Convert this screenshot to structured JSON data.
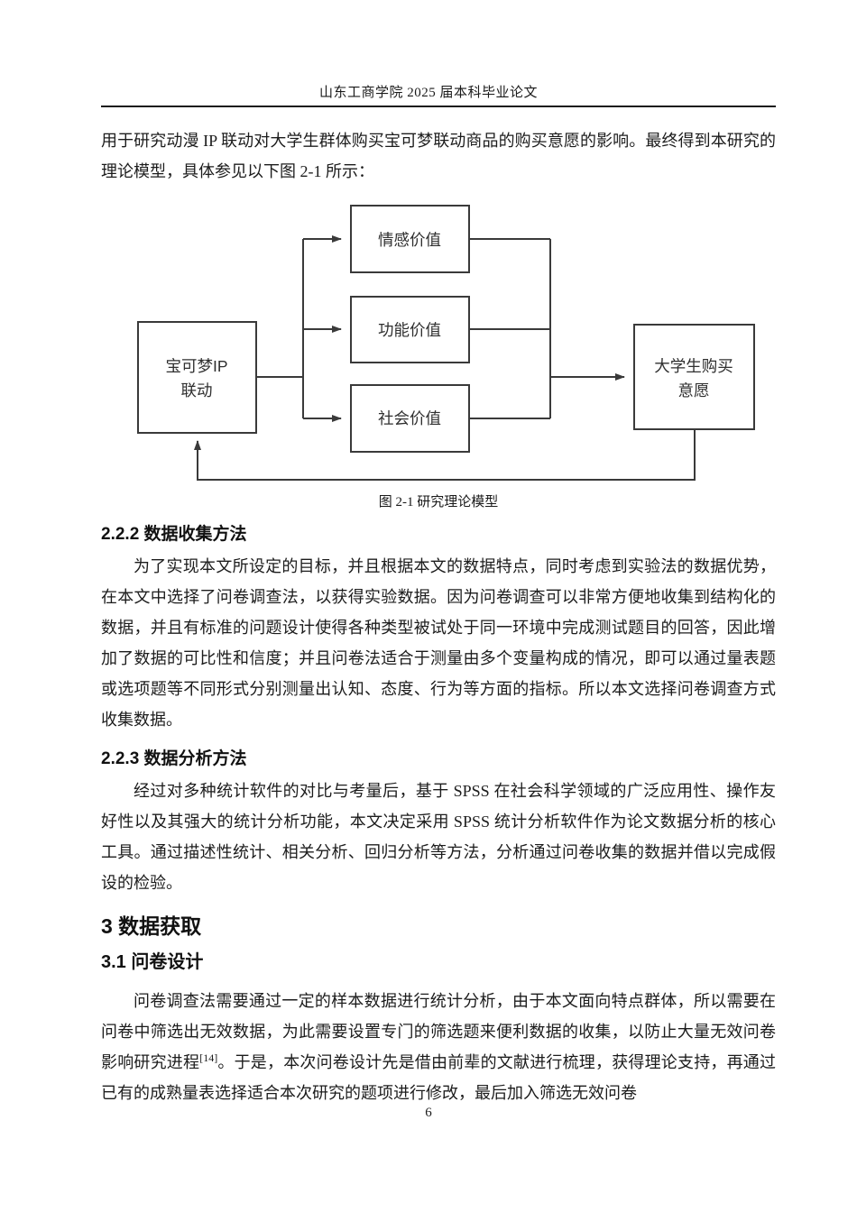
{
  "header": {
    "title": "山东工商学院 2025 届本科毕业论文"
  },
  "intro_paragraph": "用于研究动漫 IP 联动对大学生群体购买宝可梦联动商品的购买意愿的影响。最终得到本研究的理论模型，具体参见以下图 2-1 所示：",
  "figure": {
    "caption": "图 2-1 研究理论模型",
    "line_color": "#3a3a3a",
    "nodes": {
      "source": {
        "line1": "宝可梦IP",
        "line2": "联动"
      },
      "mediators": [
        "情感价值",
        "功能价值",
        "社会价值"
      ],
      "outcome": {
        "line1": "大学生购买",
        "line2": "意愿"
      }
    },
    "edges": [
      "宝可梦IP联动 → 情感价值",
      "宝可梦IP联动 → 功能价值",
      "宝可梦IP联动 → 社会价值",
      "情感价值/功能价值/社会价值 → 大学生购买意愿",
      "大学生购买意愿 → 宝可梦IP联动 (反馈)"
    ]
  },
  "sections": {
    "s222": {
      "heading": "2.2.2 数据收集方法",
      "body": "为了实现本文所设定的目标，并且根据本文的数据特点，同时考虑到实验法的数据优势，在本文中选择了问卷调查法，以获得实验数据。因为问卷调查可以非常方便地收集到结构化的数据，并且有标准的问题设计使得各种类型被试处于同一环境中完成测试题目的回答，因此增加了数据的可比性和信度；并且问卷法适合于测量由多个变量构成的情况，即可以通过量表题或选项题等不同形式分别测量出认知、态度、行为等方面的指标。所以本文选择问卷调查方式收集数据。"
    },
    "s223": {
      "heading": "2.2.3 数据分析方法",
      "body": "经过对多种统计软件的对比与考量后，基于 SPSS 在社会科学领域的广泛应用性、操作友好性以及其强大的统计分析功能，本文决定采用 SPSS 统计分析软件作为论文数据分析的核心工具。通过描述性统计、相关分析、回归分析等方法，分析通过问卷收集的数据并借以完成假设的检验。"
    },
    "ch3": {
      "heading": "3 数据获取"
    },
    "s31": {
      "heading": "3.1 问卷设计",
      "body_before_ref": "问卷调查法需要通过一定的样本数据进行统计分析，由于本文面向特点群体，所以需要在问卷中筛选出无效数据，为此需要设置专门的筛选题来便利数据的收集，以防止大量无效问卷影响研究进程",
      "ref": "[14]",
      "body_after_ref": "。于是，本次问卷设计先是借由前辈的文献进行梳理，获得理论支持，再通过已有的成熟量表选择适合本次研究的题项进行修改，最后加入筛选无效问卷"
    }
  },
  "footer": {
    "page_number": "6"
  }
}
